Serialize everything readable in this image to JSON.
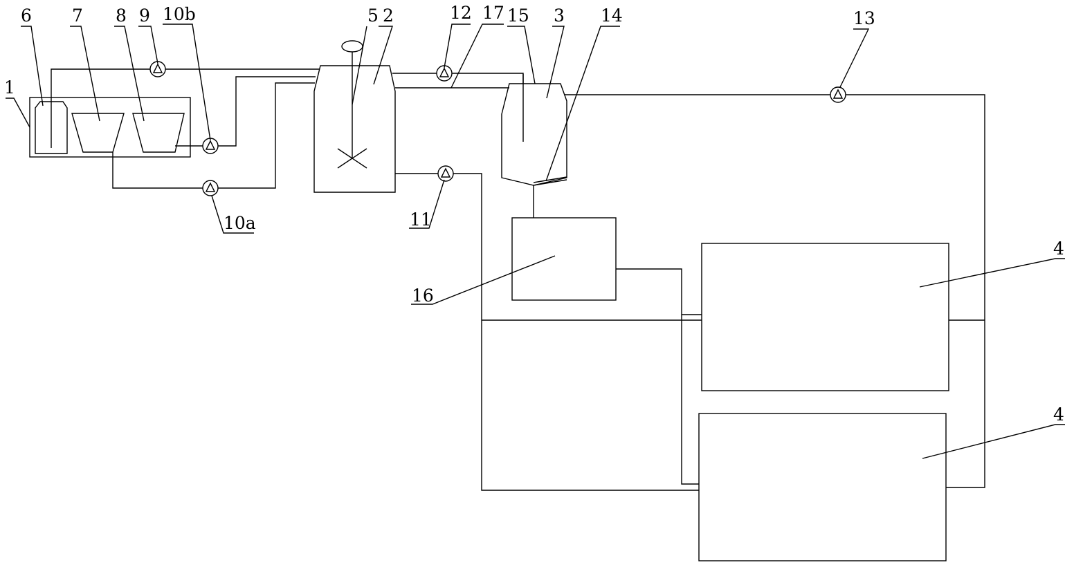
{
  "labels": {
    "l1": "1",
    "l2": "2",
    "l3": "3",
    "l4a": "4",
    "l4b": "4",
    "l5": "5",
    "l6": "6",
    "l7": "7",
    "l8": "8",
    "l9": "9",
    "l10a": "10a",
    "l10b": "10b",
    "l11": "11",
    "l12": "12",
    "l13": "13",
    "l14": "14",
    "l15": "15",
    "l16": "16",
    "l17": "17"
  }
}
